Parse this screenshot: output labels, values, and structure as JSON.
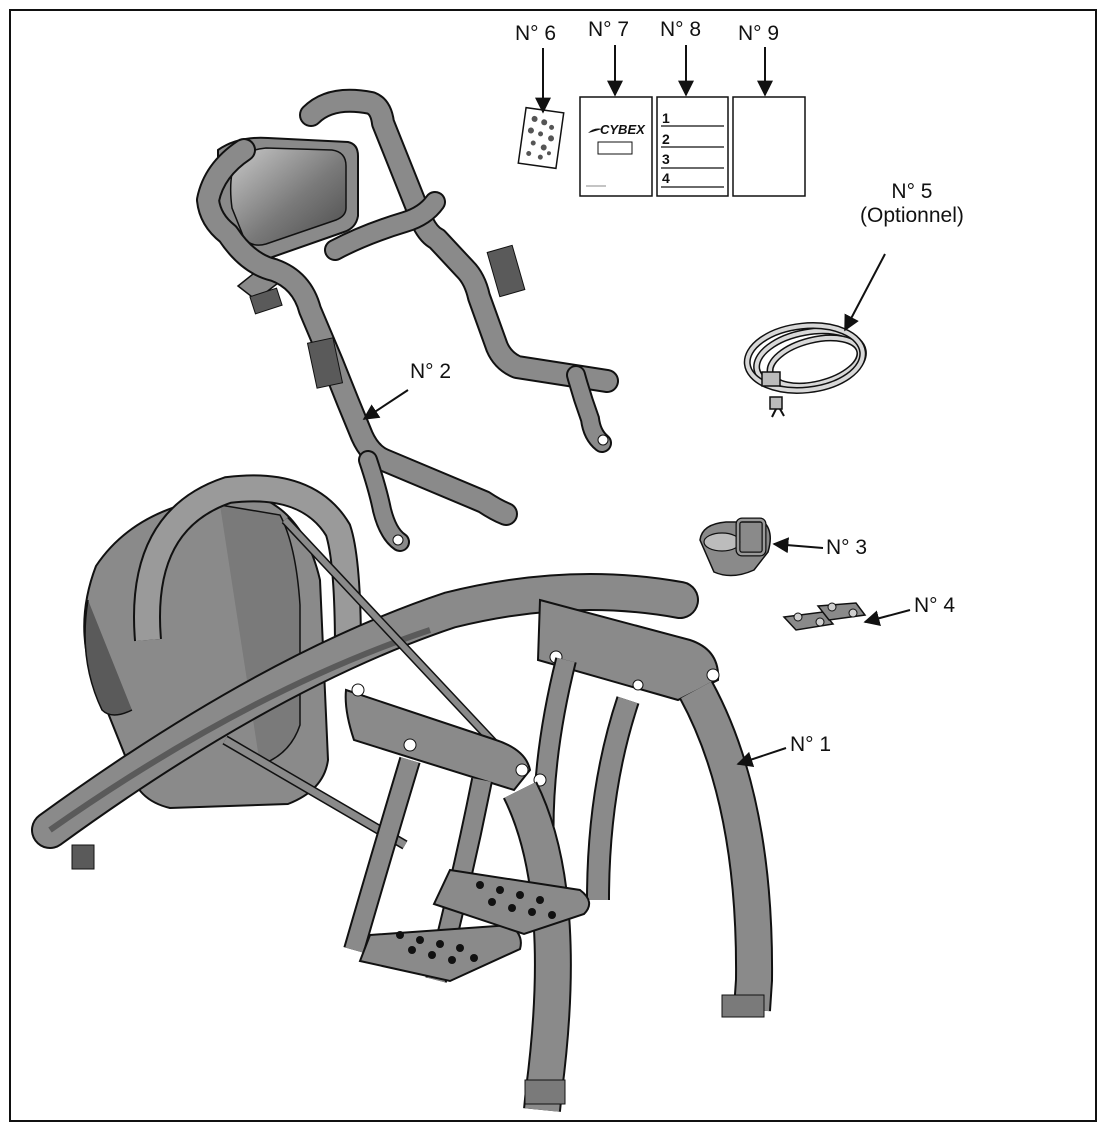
{
  "callouts": {
    "part_1": "N° 1",
    "part_2": "N° 2",
    "part_3": "N° 3",
    "part_4": "N° 4",
    "part_5": "N° 5",
    "part_5_note": "(Optionnel)",
    "part_6": "N° 6",
    "part_7": "N° 7",
    "part_8": "N° 8",
    "part_9": "N° 9"
  },
  "manual_brand": "CYBEX",
  "checklist_numbers": [
    "1",
    "2",
    "3",
    "4"
  ],
  "colors": {
    "line": "#111111",
    "fill_gray": "#8a8a8a",
    "fill_dark": "#5a5a5a",
    "fill_light": "#b8b8b8",
    "paper": "#ffffff"
  }
}
